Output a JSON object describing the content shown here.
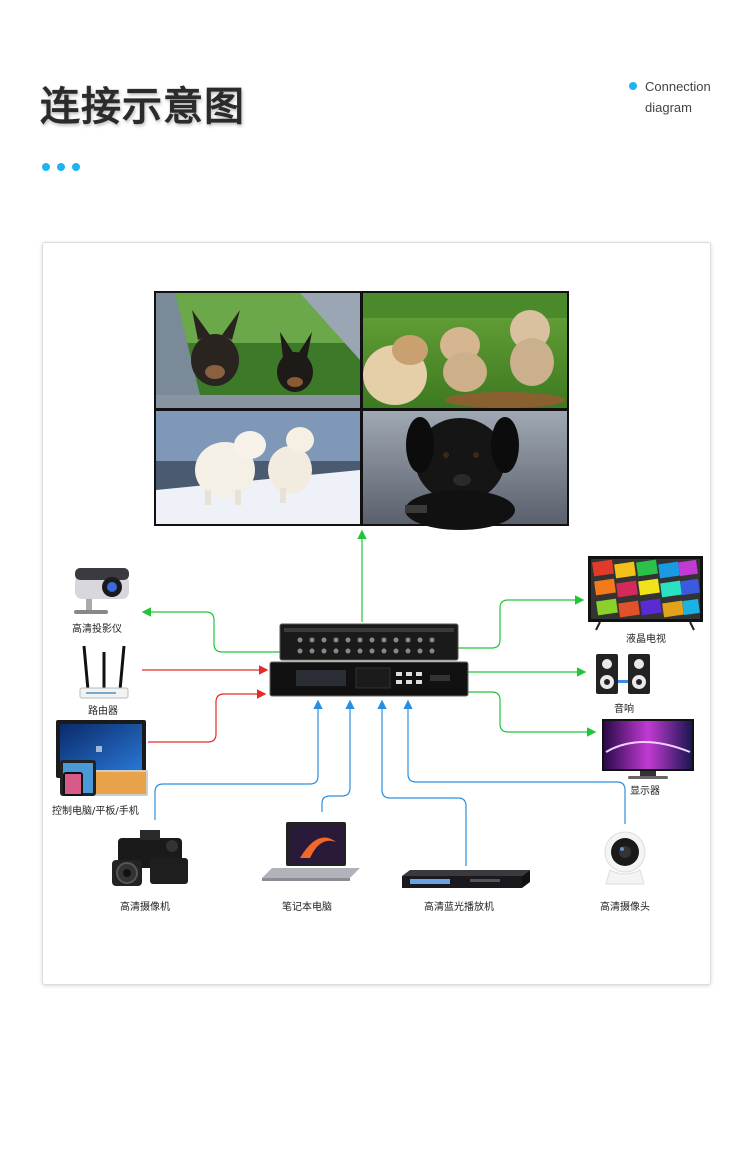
{
  "header": {
    "title": "连接示意图",
    "subtitle_line1": "Connection",
    "subtitle_line2": "diagram"
  },
  "colors": {
    "accent": "#1fb4ee",
    "output_line": "#22c53a",
    "control_line": "#e52a2a",
    "input_line": "#2b8fe0"
  },
  "devices": {
    "projector": "高清投影仪",
    "router": "路由器",
    "control_pc": "控制电脑/平板/手机",
    "lcd_tv": "液晶电视",
    "speaker": "音响",
    "monitor": "显示器",
    "hd_camera": "高清摄像机",
    "laptop": "笔记本电脑",
    "bluray": "高清蓝光播放机",
    "ip_camera": "高清摄像头"
  }
}
